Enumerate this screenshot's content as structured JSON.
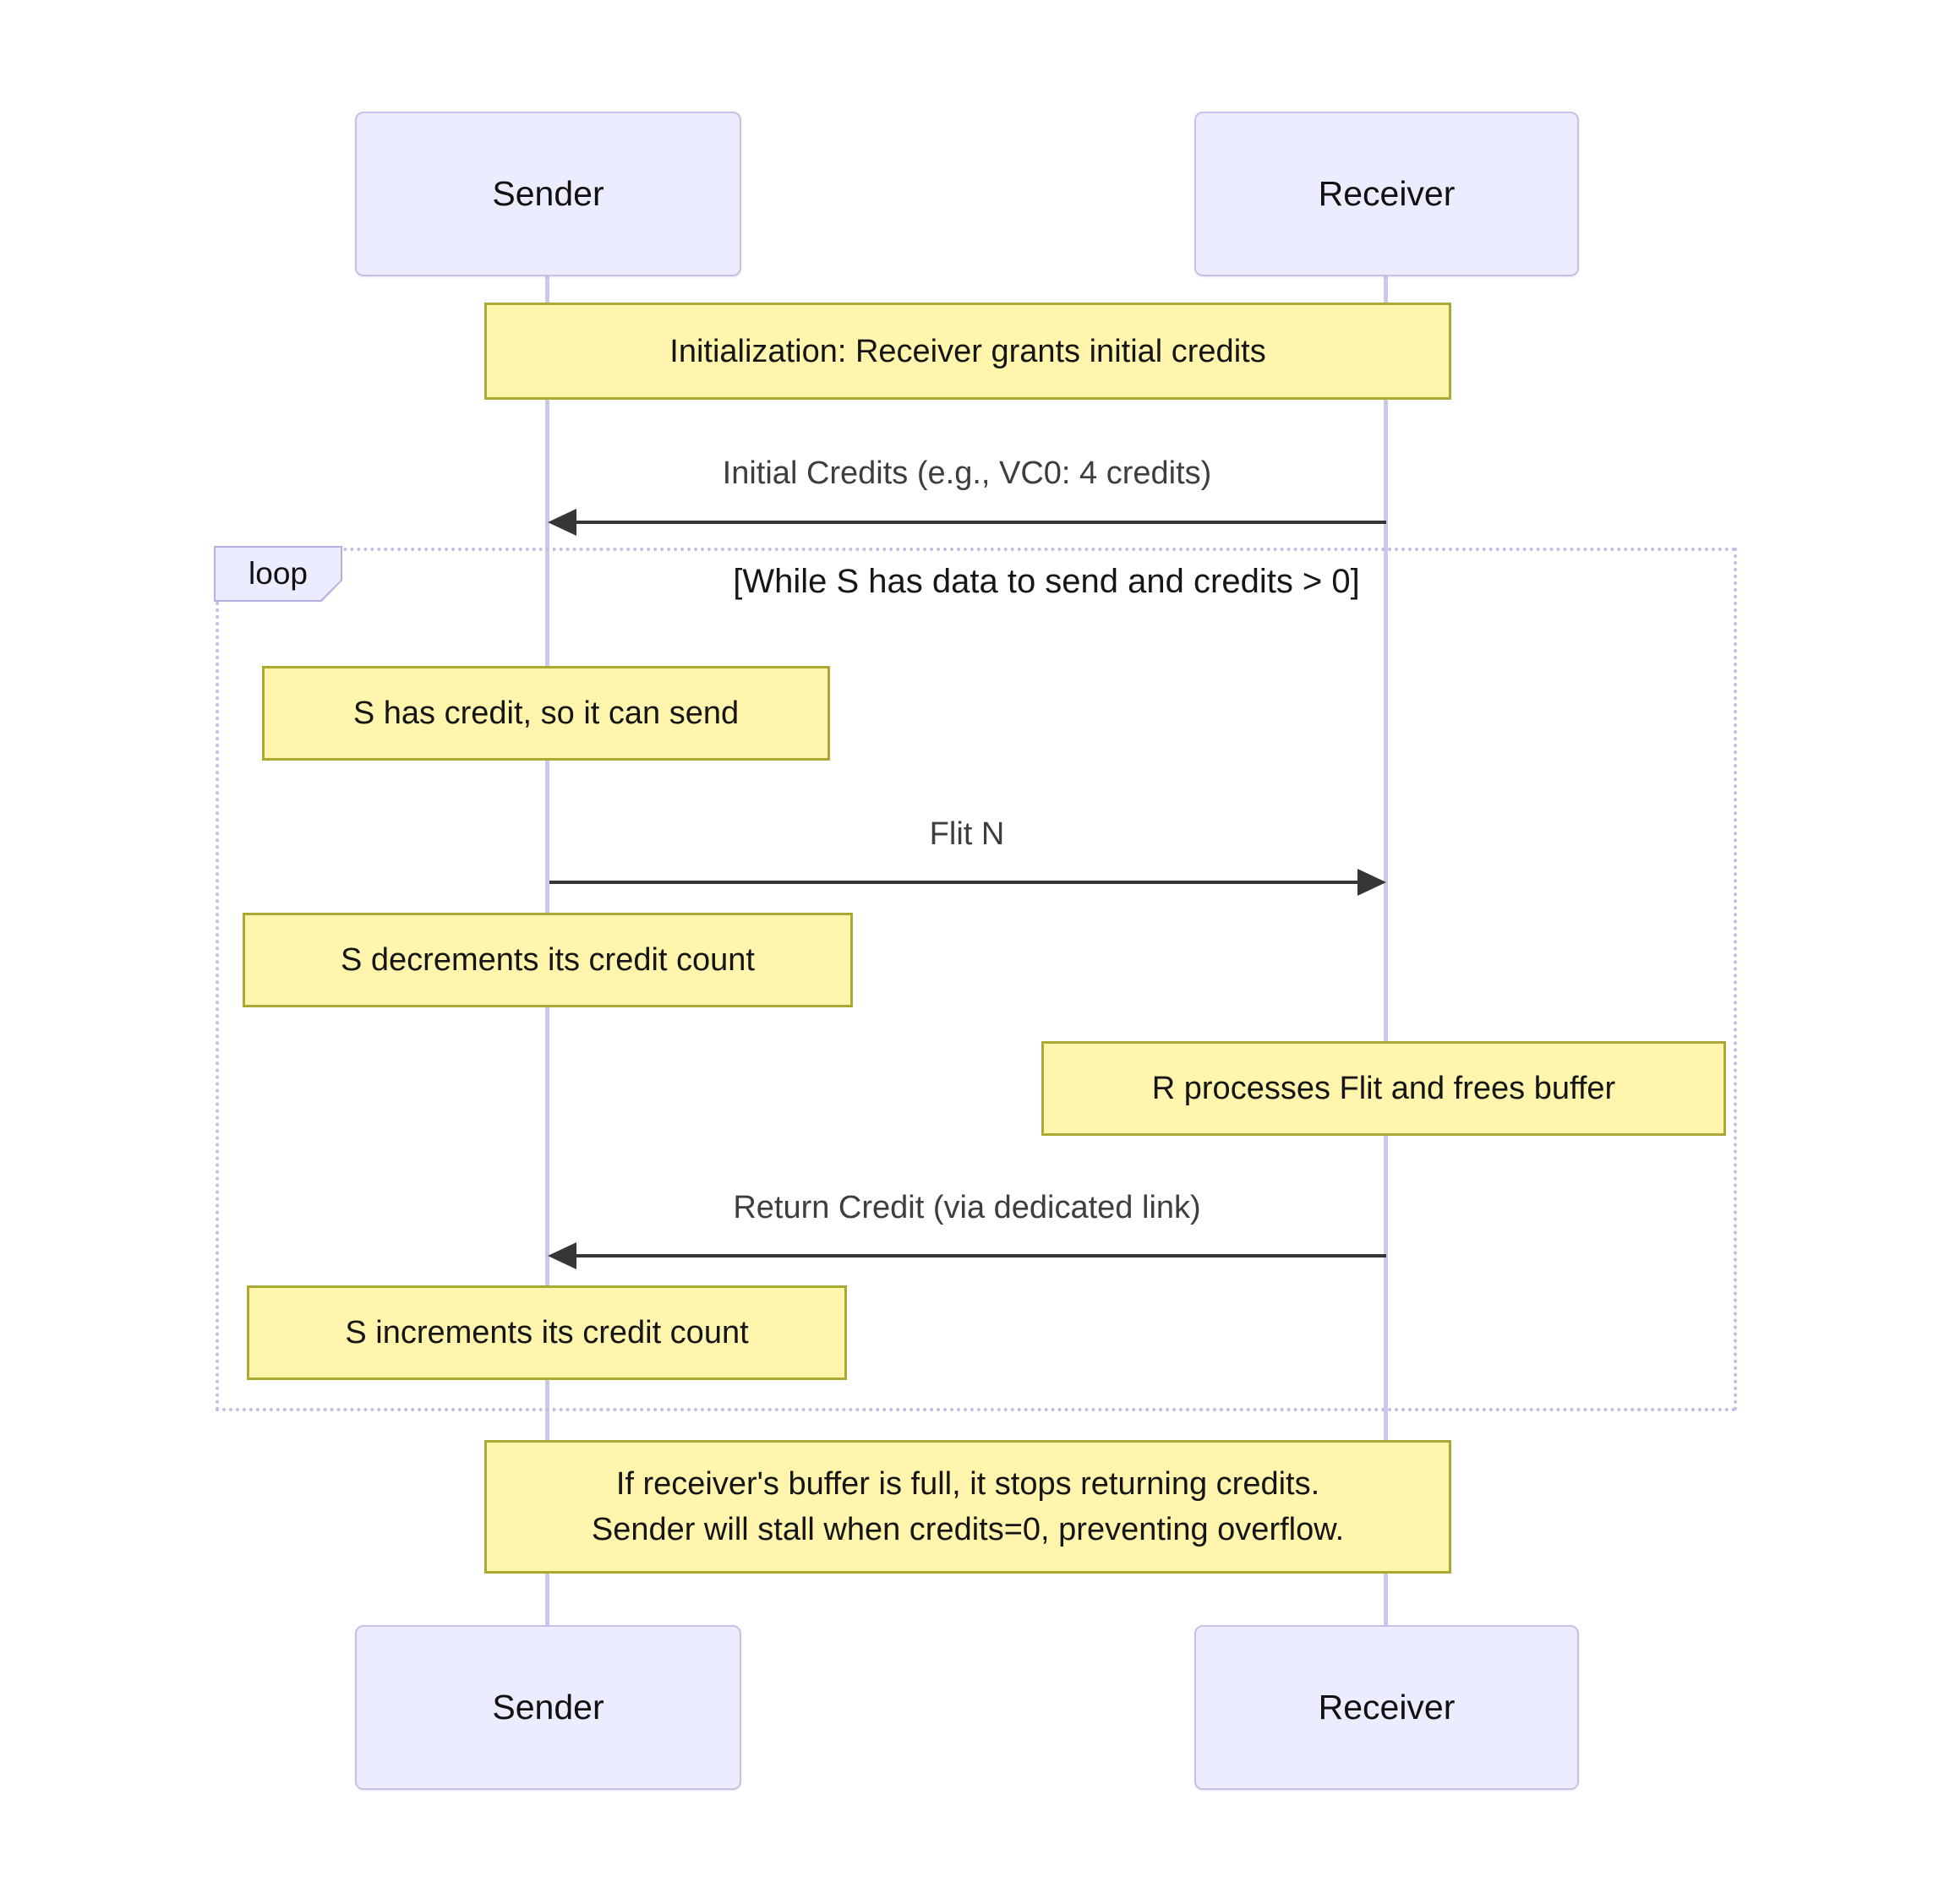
{
  "diagram": {
    "type": "sequence-diagram",
    "actors": {
      "sender": "Sender",
      "receiver": "Receiver"
    },
    "notes": {
      "init": "Initialization: Receiver grants initial credits",
      "has_credit": "S has credit, so it can send",
      "decrement": "S decrements its credit count",
      "processes": "R processes Flit and frees buffer",
      "increment": "S increments its credit count",
      "stall_line1": "If receiver's buffer is full, it stops returning credits.",
      "stall_line2": "Sender will stall when credits=0, preventing overflow."
    },
    "messages": {
      "initial_credits": "Initial Credits (e.g., VC0: 4 credits)",
      "flit": "Flit N",
      "return_credit": "Return Credit (via dedicated link)"
    },
    "loop": {
      "label": "loop",
      "condition": "[While S has data to send and credits > 0]"
    },
    "colors": {
      "actor_fill": "#ECECFF",
      "actor_border": "#c8c0e8",
      "lifeline": "#cdc7e9",
      "note_fill": "#fff5ad",
      "note_border": "#aaaa33",
      "arrow": "#363636",
      "loop_border": "#c3bce6",
      "loop_label_border": "#b6addf"
    }
  }
}
